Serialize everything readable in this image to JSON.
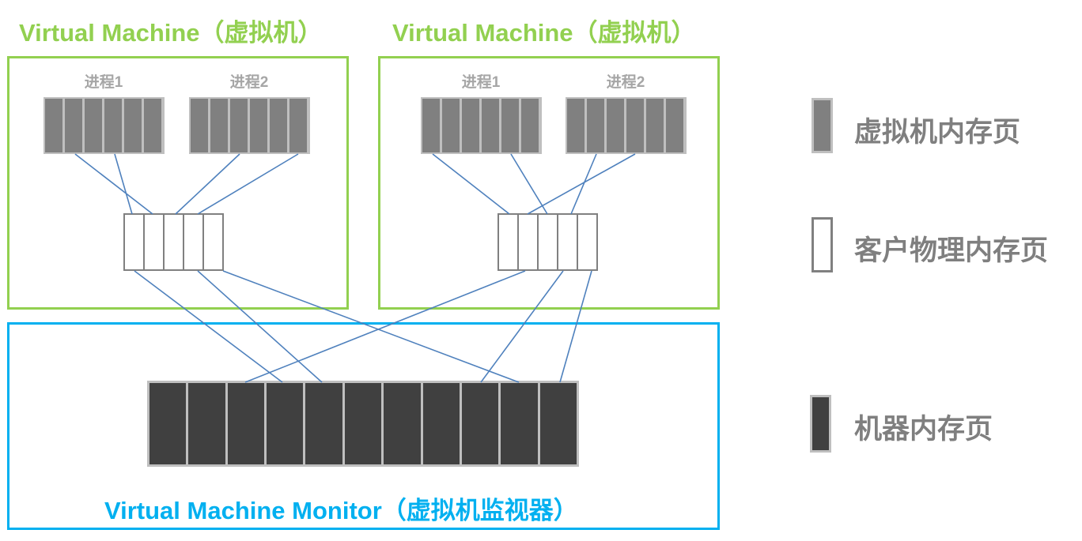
{
  "vm_left": {
    "title": "Virtual Machine（虚拟机）",
    "process1_label": "进程1",
    "process2_label": "进程2"
  },
  "vm_right": {
    "title": "Virtual Machine（虚拟机）",
    "process1_label": "进程1",
    "process2_label": "进程2"
  },
  "vmm": {
    "title": "Virtual Machine Monitor（虚拟机监视器）"
  },
  "legend": {
    "vm_page_label": "虚拟机内存页",
    "guest_page_label": "客户物理内存页",
    "machine_page_label": "机器内存页"
  },
  "colors": {
    "vm_border": "#92d050",
    "vmm_border": "#00b0f0",
    "link_line": "#4f81bd",
    "vm_page": "#808080",
    "machine_page": "#404040",
    "label_text": "#7f7f7f"
  }
}
